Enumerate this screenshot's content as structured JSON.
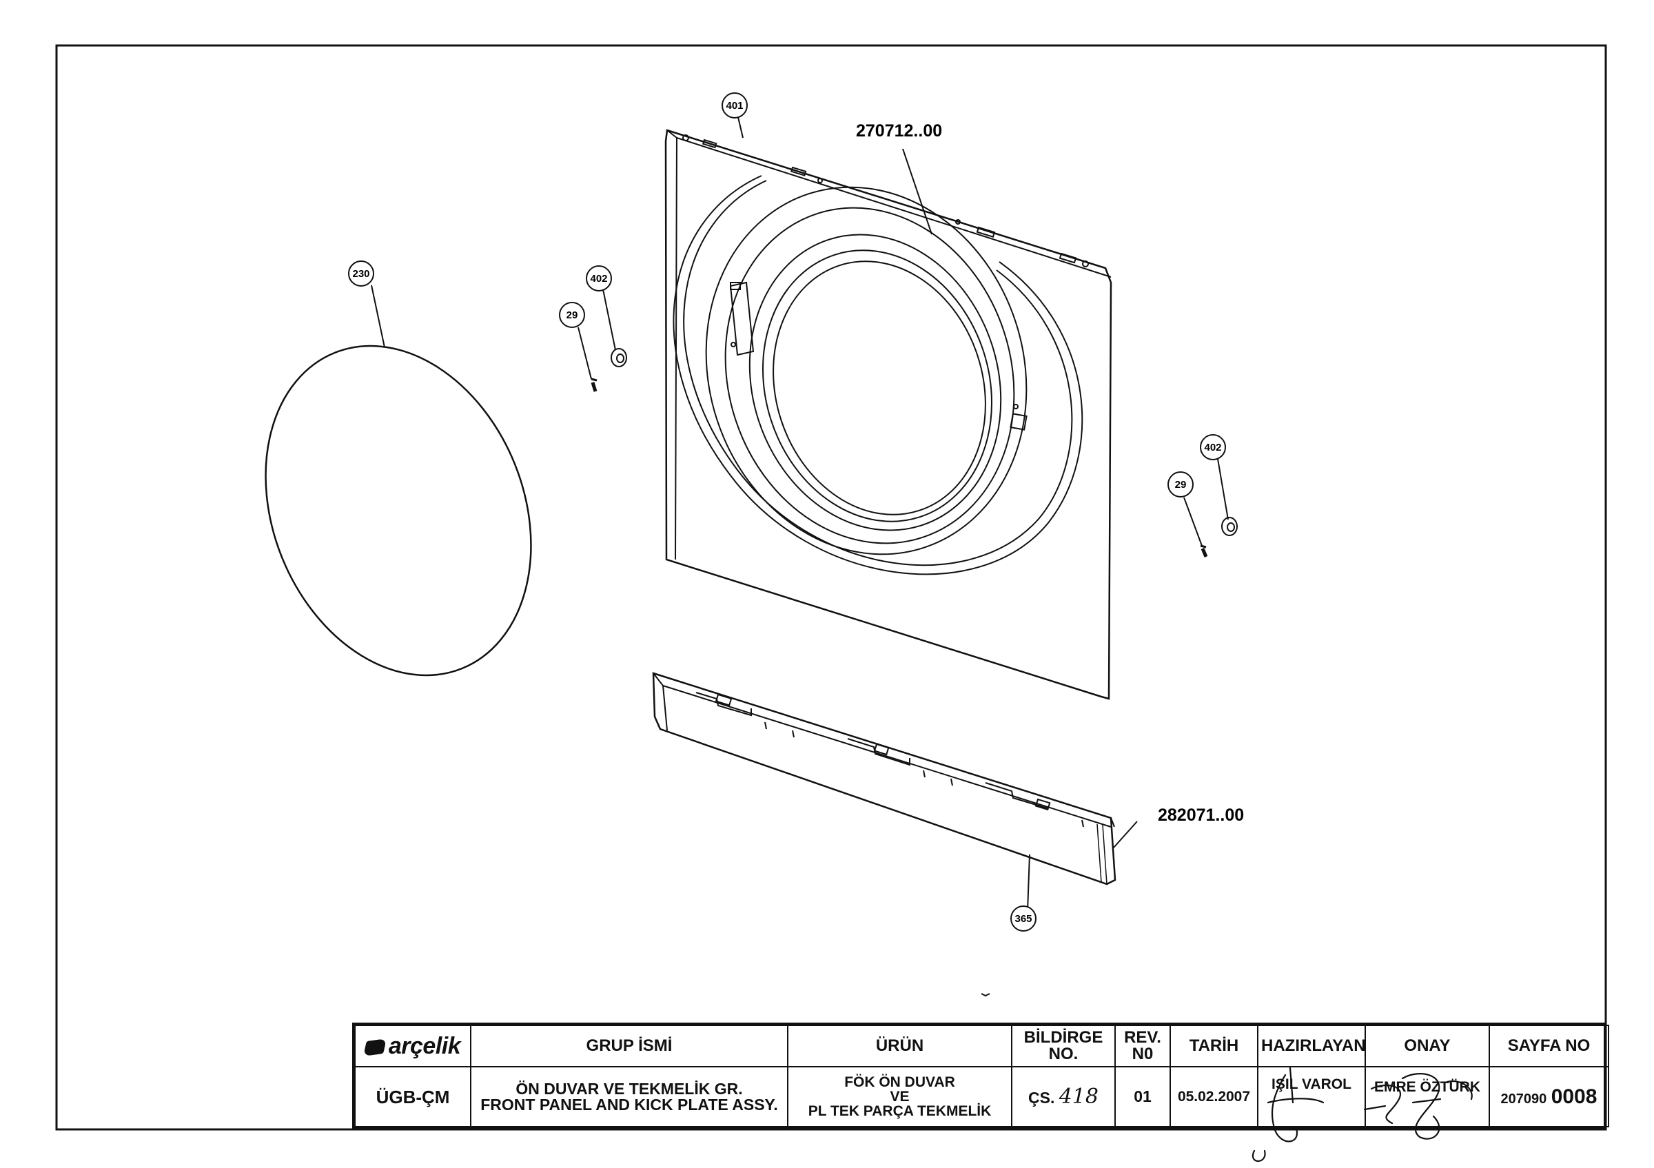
{
  "drawing": {
    "callouts": {
      "c401": "401",
      "c230": "230",
      "c402a": "402",
      "c29a": "29",
      "c402b": "402",
      "c29b": "29",
      "c365": "365"
    },
    "part_numbers": {
      "front_panel": "270712..00",
      "kick_plate": "282071..00"
    }
  },
  "title_block": {
    "logo": "arçelik",
    "headers": {
      "grup_ismi": "GRUP İSMİ",
      "urun": "ÜRÜN",
      "bildirge_1": "BİLDİRGE",
      "bildirge_2": "NO.",
      "rev_1": "REV.",
      "rev_2": "N0",
      "tarih": "TARİH",
      "hazirlayan": "HAZIRLAYAN",
      "onay": "ONAY",
      "sayfa_no": "SAYFA NO"
    },
    "values": {
      "group_code": "ÜGB-ÇM",
      "group_name_tr": "ÖN DUVAR VE TEKMELİK GR.",
      "group_name_en": "FRONT PANEL AND KICK PLATE ASSY.",
      "product_1": "FÖK ÖN DUVAR",
      "product_2": "VE",
      "product_3": "PL TEK PARÇA TEKMELİK",
      "bildirge_prefix": "ÇS.",
      "bildirge_hand": "418",
      "rev": "01",
      "date": "05.02.2007",
      "prepared_by": "IŞIL VAROL",
      "approved_by": "EMRE ÖZTÜRK",
      "page_prefix": "207090",
      "page_suffix": "0008"
    }
  }
}
